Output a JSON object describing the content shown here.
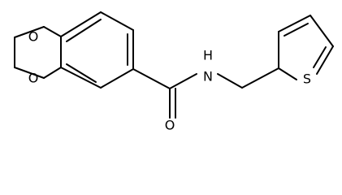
{
  "molecule": {
    "atoms": {
      "o_top": "O",
      "o_bottom": "O",
      "o_carbonyl": "O",
      "n_amide": "N",
      "h_amide": "H",
      "s_thiophene": "S"
    },
    "colors": {
      "bond": "#000000",
      "label": "#000000",
      "background": "#ffffff"
    }
  }
}
